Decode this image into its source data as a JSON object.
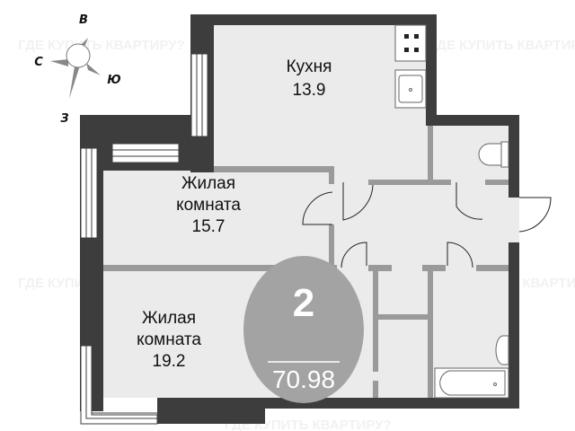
{
  "compass": {
    "north": "С",
    "east": "В",
    "south": "Ю",
    "west": "З"
  },
  "watermark": "ГДЕ КУПИТЬ КВАРТИРУ?",
  "rooms": [
    {
      "name": "Кухня",
      "area": "13.9"
    },
    {
      "name_line1": "Жилая",
      "name_line2": "комната",
      "area": "15.7"
    },
    {
      "name_line1": "Жилая",
      "name_line2": "комната",
      "area": "19.2"
    }
  ],
  "badge": {
    "rooms_count": "2",
    "total_area": "70.98"
  },
  "colors": {
    "outer_wall": "#3d3d3d",
    "inner_wall": "#9a9a9a",
    "floor": "#ebebeb",
    "badge": "#a3a3a3"
  }
}
